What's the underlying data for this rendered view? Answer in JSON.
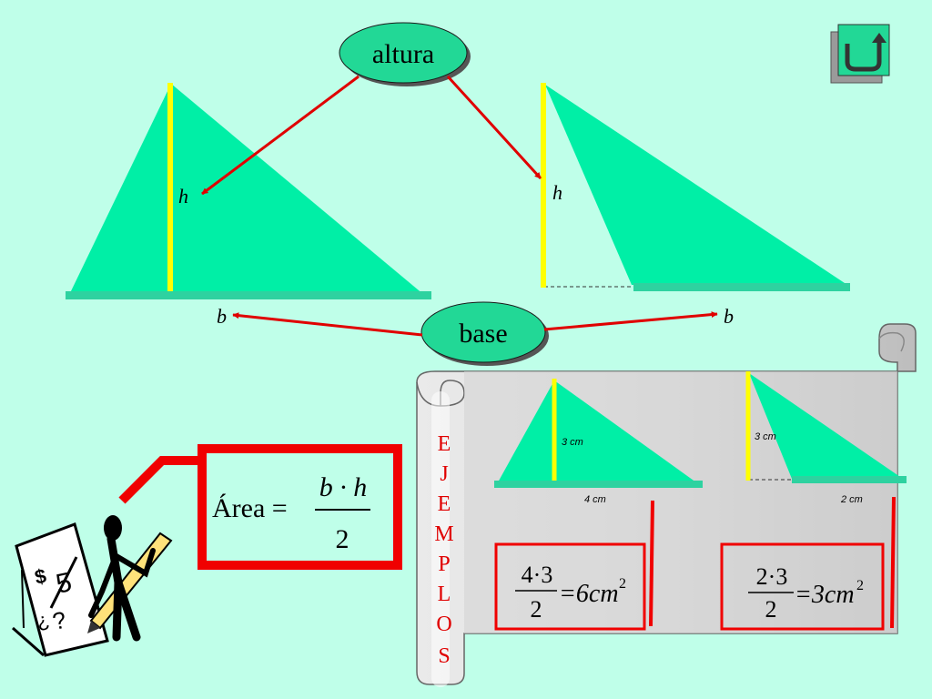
{
  "labels": {
    "altura": "altura",
    "base": "base",
    "h_left": "h",
    "h_right": "h",
    "b_left": "b",
    "b_right": "b"
  },
  "formula": {
    "area_label": "Área =",
    "numerator": "b · h",
    "denominator": "2"
  },
  "ejemplos": {
    "title_letters": [
      "E",
      "J",
      "E",
      "M",
      "P",
      "L",
      "O",
      "S"
    ],
    "example1": {
      "height_label": "3 cm",
      "base_label": "4 cm",
      "numerator": "4·3",
      "denominator": "2",
      "result": "=6cm",
      "exponent": "2"
    },
    "example2": {
      "height_label": "3 cm",
      "base_label": "2 cm",
      "numerator": "2·3",
      "denominator": "2",
      "result": "=3cm",
      "exponent": "2"
    }
  },
  "clipart_text": {
    "dollar": "$",
    "five": "5",
    "q1": "¿",
    "q2": "?"
  },
  "colors": {
    "background": "#BFFFE9",
    "triangle": "#00EFA6",
    "base_bar": "#2ED2A0",
    "height_line": "#FFFF00",
    "arrow": "#E00000",
    "frame": "#F00000",
    "oval": "#22D896",
    "scroll": "#D0D0D0"
  },
  "icons": {
    "back_button": "return-arrow-icon"
  }
}
